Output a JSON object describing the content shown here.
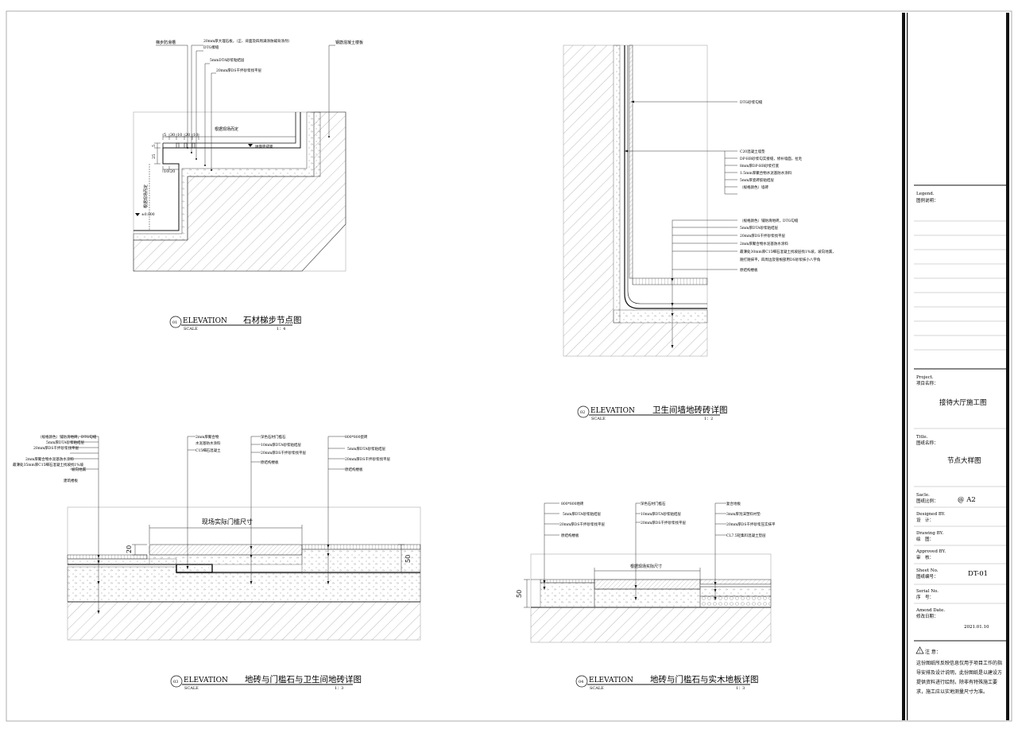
{
  "drawing1": {
    "callouts": [
      "梯步防滑槽",
      "20mm厚大理石板，（正、背面及四周满涂防碱背涂剂）",
      "DTG擦缝",
      "5mmDTA砂浆粘结层",
      "20mm厚DS干拌砂浆找平层",
      "钢筋混凝土楼板"
    ],
    "dims": [
      "5",
      "30",
      "10",
      "20",
      "10",
      "25",
      "5",
      "10",
      "20"
    ],
    "site_note": "根据现场而定",
    "side_note": "根据现场而定",
    "level_mark": "地面完成面",
    "level_mark2": "±0.000",
    "elevation": "ELEVATION",
    "scale_label": "SCALE",
    "title": "石材梯步节点图",
    "scale": "1：4",
    "num": "01"
  },
  "drawing2": {
    "callout_top": "DTG砂浆勾缝",
    "callouts_wall": [
      "C20混凝土墙垫",
      "DP-HR砂浆勾实接缝，修补墙面，拉毛",
      "8mm厚DP-HR砂浆打底",
      "1.5mm厚聚合物水泥基防水涂料",
      "5mm厚瓷砖胶粘结层",
      "（规格颜色）墙砖"
    ],
    "callouts_floor": [
      "（规格颜色）铺防滑地砖，DTG勾缝",
      "5mm厚DTA砂浆粘结层",
      "20mm厚DS干拌砂浆找平层",
      "2mm厚聚合物水泥基防水涂料",
      "最薄处30mm厚C15细石混凝土找坡层找1%坡，坡向地漏，",
      "随打随抹平，四周边及管根部用DS砂浆抹小八字角",
      "原结构楼板"
    ],
    "elevation": "ELEVATION",
    "scale_label": "SCALE",
    "title": "卫生间墙地砖砖详图",
    "scale": "1：2",
    "num": "02"
  },
  "drawing3": {
    "callouts_left": [
      "（规格颜色）铺防滑地砖，DTG勾缝",
      "5mm厚DTA砂浆粘结层",
      "20mm厚DS干拌砂浆找平层",
      "2mm厚聚合物水泥基防水涂料",
      "最薄处35mm厚C15细石混凝土找坡找1%坡",
      "坡向地漏",
      "建筑楼板"
    ],
    "callouts_mid1": [
      "2mm厚聚合物",
      "水泥基防水涂料",
      "C15细石混凝土"
    ],
    "callouts_mid2": [
      "深色石材门槛石",
      "10mm厚DTA砂浆粘结层",
      "20mm厚DS干拌砂浆找平层",
      "原结构楼板"
    ],
    "callouts_right": [
      "800*800瓷砖",
      "5mm厚DTA砂浆粘结层",
      "20mm厚DS干拌砂浆找平层",
      "原结构楼板"
    ],
    "threshold_label": "现场实际门槛尺寸",
    "dim_20": "20",
    "dim_50": "50",
    "elevation": "ELEVATION",
    "scale_label": "SCALE",
    "title": "地砖与门槛石与卫生间地砖详图",
    "scale": "1：3",
    "num": "03"
  },
  "drawing4": {
    "callouts_left": [
      "800*800地砖",
      "5mm厚DTA砂浆粘结层",
      "20mm厚DS干拌砂浆找平层",
      "原结构楼板"
    ],
    "callouts_mid": [
      "深色石材门槛石",
      "10mm厚DTA砂浆粘结层",
      "20mm厚DS干拌砂浆找平层"
    ],
    "callouts_right": [
      "复合地板",
      "3mm厚泡沫塑料衬垫",
      "20mm厚DS干拌砂浆压实抹平",
      "CL7.5轻集料混凝土垫层"
    ],
    "site_label": "根据现场实际尺寸",
    "dim_50": "50",
    "elevation": "ELEVATION",
    "scale_label": "SCALE",
    "title": "地砖与门槛石与实木地板详图",
    "scale": "1：3",
    "num": "04"
  },
  "title_block": {
    "legend_en": "Legend.",
    "legend_cn": "图例说明：",
    "project_en": "Project.",
    "project_cn": "项目名称：",
    "project_value": "接待大厅施工图",
    "title_en": "Title.",
    "title_cn": "图纸名称：",
    "title_value": "节点大样图",
    "scale_en": "Sacle.",
    "scale_cn": "图纸比例：",
    "scale_value": "@ A2",
    "designed_en": "Designed BY.",
    "designed_cn": "设　计：",
    "drawing_en": "Drawing BY.",
    "drawing_cn": "绘　图：",
    "approved_en": "Approved BY.",
    "approved_cn": "审　核：",
    "sheet_en": "Sheet No.",
    "sheet_cn": "图纸编号：",
    "sheet_value": "DT-01",
    "serial_en": "Serial No.",
    "serial_cn": "序　号：",
    "amend_en": "Amend Date.",
    "amend_cn": "修改日期：",
    "amend_value": "2021.01.10",
    "note_title": "注 意：",
    "note_lines": [
      "这份图纸所反映信息仅用于项目工作的指",
      "导安排及设计说明，此份图纸是以建设方",
      "提供资料进行绘制，除非有特殊施工要",
      "求，施工应以实地测量尺寸为准。"
    ]
  }
}
